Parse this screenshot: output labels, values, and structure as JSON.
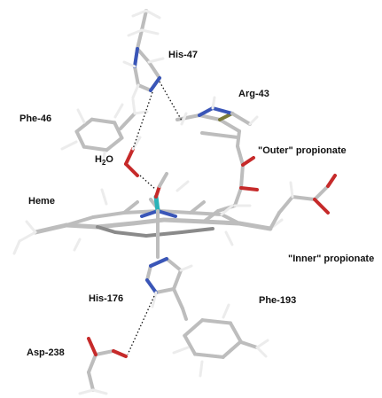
{
  "labels": {
    "his47": "His-47",
    "arg43": "Arg-43",
    "phe46": "Phe-46",
    "water_h": "H",
    "water_sub": "2",
    "water_o": "O",
    "outer": "\"Outer\" propionate",
    "heme": "Heme",
    "inner": "\"Inner\" propionate",
    "his176": "His-176",
    "phe193": "Phe-193",
    "asp238": "Asp-238"
  },
  "colors": {
    "carbon": "#bdbdbd",
    "carbon_dark": "#8a8a8a",
    "hydrogen": "#ececec",
    "nitrogen": "#3a56b8",
    "oxygen": "#c62a2a",
    "iron": "#2bb3b8",
    "olive": "#7a7a3a",
    "hbond": "#111111"
  }
}
